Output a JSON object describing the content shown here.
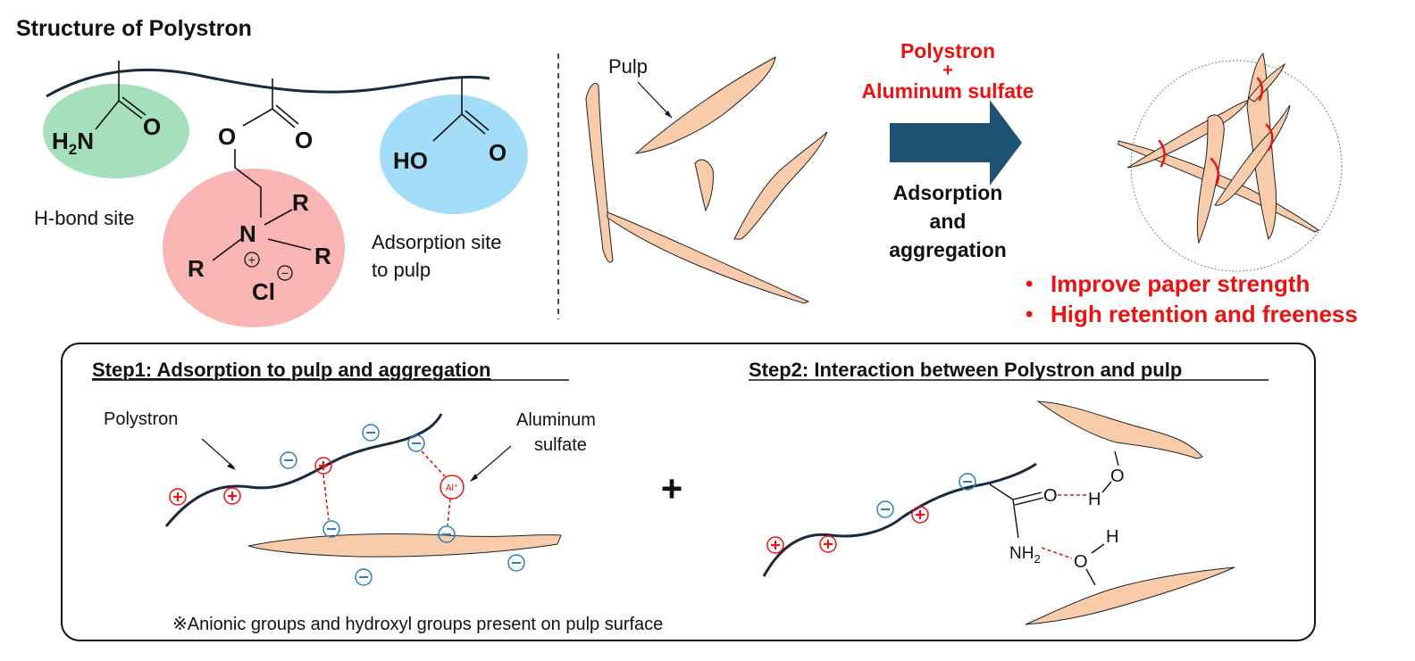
{
  "title": "Structure of Polystron",
  "structure": {
    "amide_n": "H",
    "amide_sub": "2",
    "amide_n2": "N",
    "amide_o": "O",
    "ester_o1": "O",
    "ester_o2": "O",
    "acid_ho": "HO",
    "acid_o": "O",
    "nitrogen": "N",
    "r1": "R",
    "r2": "R",
    "r3": "R",
    "plus": "+",
    "chloride": "Cl",
    "minus": "−",
    "hbond_label": "H-bond site",
    "adsorption_label_1": "Adsorption site",
    "adsorption_label_2": "to pulp"
  },
  "process": {
    "pulp_label": "Pulp",
    "additive_1": "Polystron",
    "additive_plus": "+",
    "additive_2": "Aluminum sulfate",
    "action_1": "Adsorption",
    "action_2": "and",
    "action_3": "aggregation",
    "benefits": [
      "Improve paper strength",
      "High retention and freeness"
    ],
    "bullet": "•"
  },
  "steps": {
    "step1_title": "Step1: Adsorption to pulp and aggregation",
    "step2_title": "Step2: Interaction between Polystron and pulp",
    "polystron_label": "Polystron",
    "alum_label_1": "Aluminum",
    "alum_label_2": "sulfate",
    "al_ion": "Al⁺",
    "plus_sign": "+",
    "step2_o": "O",
    "step2_h": "H",
    "step2_nh": "NH",
    "step2_sub": "2",
    "note": "※Anionic groups and hydroxyl groups present on pulp surface"
  },
  "colors": {
    "green_site": "#a6dfbc",
    "red_site": "#f9b4b4",
    "blue_site": "#a3ddf7",
    "pulp_fill": "#f8ccaa",
    "arrow_fill": "#1d5370",
    "accent_red": "#ee1111",
    "anion_blue": "#2a7fc1",
    "chain": "#1a2a3a"
  }
}
